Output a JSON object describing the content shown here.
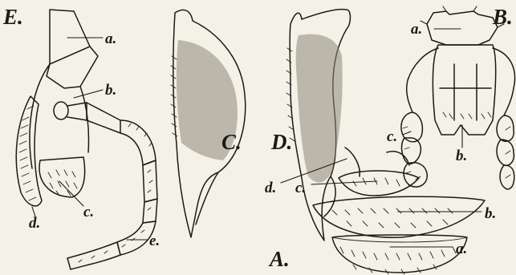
{
  "figure_labels": {
    "A": "A.",
    "B": "B.",
    "C": "C.",
    "D": "D.",
    "E": "E."
  },
  "part_labels": {
    "E_a": "a.",
    "E_b": "b.",
    "E_c": "c.",
    "E_d": "d.",
    "E_e": "e.",
    "B_a": "a.",
    "B_b": "b.",
    "B_c": "c.",
    "A_a": "a.",
    "A_b": "b.",
    "A_c": "c.",
    "A_d": "d."
  },
  "colors": {
    "ink": "#1c1a16",
    "paper": "#f4f1e6",
    "shading": "#6f6a5e"
  }
}
